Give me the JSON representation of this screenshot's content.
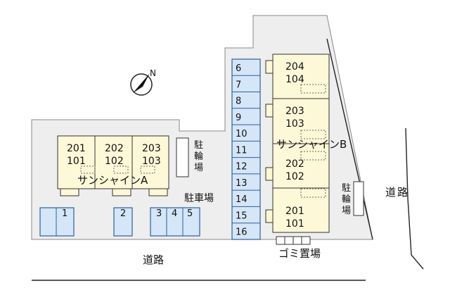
{
  "buildings": {
    "a": {
      "name": "サンシャインA",
      "units": [
        {
          "upper": "201",
          "lower": "101"
        },
        {
          "upper": "202",
          "lower": "102"
        },
        {
          "upper": "203",
          "lower": "103"
        }
      ]
    },
    "b": {
      "name": "サンシャインB",
      "units": [
        {
          "upper": "204",
          "lower": "104"
        },
        {
          "upper": "203",
          "lower": "103"
        },
        {
          "upper": "202",
          "lower": "102"
        },
        {
          "upper": "201",
          "lower": "101"
        }
      ]
    }
  },
  "parking": {
    "label": "駐車場",
    "column_spaces": [
      "6",
      "7",
      "8",
      "9",
      "10",
      "11",
      "12",
      "13",
      "14",
      "15",
      "16"
    ],
    "bottom_spaces": [
      "1",
      "2",
      "3",
      "4",
      "5"
    ]
  },
  "bicycle_parking": {
    "left_label": [
      "駐",
      "輪",
      "場"
    ],
    "right_label": [
      "駐",
      "輪",
      "場"
    ]
  },
  "garbage": {
    "label": "ゴミ置場"
  },
  "roads": {
    "bottom_label": "道路",
    "right_label": [
      "道",
      "路"
    ]
  },
  "compass": {
    "north_label": "N"
  },
  "colors": {
    "site": "#eeeeee",
    "building": "#fdf8d8",
    "parking_space": "#d4e6f7",
    "parking_space_border": "#2f5f9c",
    "outline": "#333333"
  }
}
